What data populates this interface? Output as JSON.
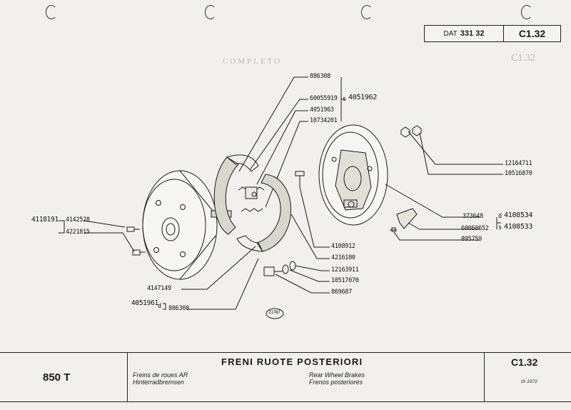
{
  "header": {
    "dat_prefix": "DAT",
    "dat_number": "331 32",
    "page_code": "C1.32"
  },
  "ghost_text": [
    "C1.32",
    "COMPLETO"
  ],
  "parts": {
    "p886308_top": "886308",
    "p60055919": "60055919",
    "p4051963": "4051963",
    "p10734201": "10734201",
    "set_prefix": "s",
    "p4051962": "4051962",
    "p12164711": "12164711",
    "p10516870": "10516870",
    "p373648": "373648",
    "d_prefix": "d",
    "s_prefix": "s",
    "p4108534": "4108534",
    "p4108533": "4108533",
    "p60060652": "60060652",
    "p895759": "895759",
    "p4118191": "4118191",
    "p4142528": "4142528",
    "p4221815": "4221815",
    "p4108912": "4108912",
    "p4216180": "4216180",
    "p12163911": "12163911",
    "p10517070": "10517070",
    "p869687": "869687",
    "p4147149": "4147149",
    "p4051961": "4051961",
    "d_prefix_2": "d",
    "p886308_bottom": "886308",
    "drawing_no": "21787"
  },
  "footer": {
    "model": "850 T",
    "title": "FRENI RUOTE POSTERIORI",
    "fr": "Freins de roues AR",
    "de": "Hinterradbremsen",
    "en": "Rear Wheel Brakes",
    "es": "Frenos posteriores",
    "code": "C1.32",
    "date": "IX-1972"
  }
}
